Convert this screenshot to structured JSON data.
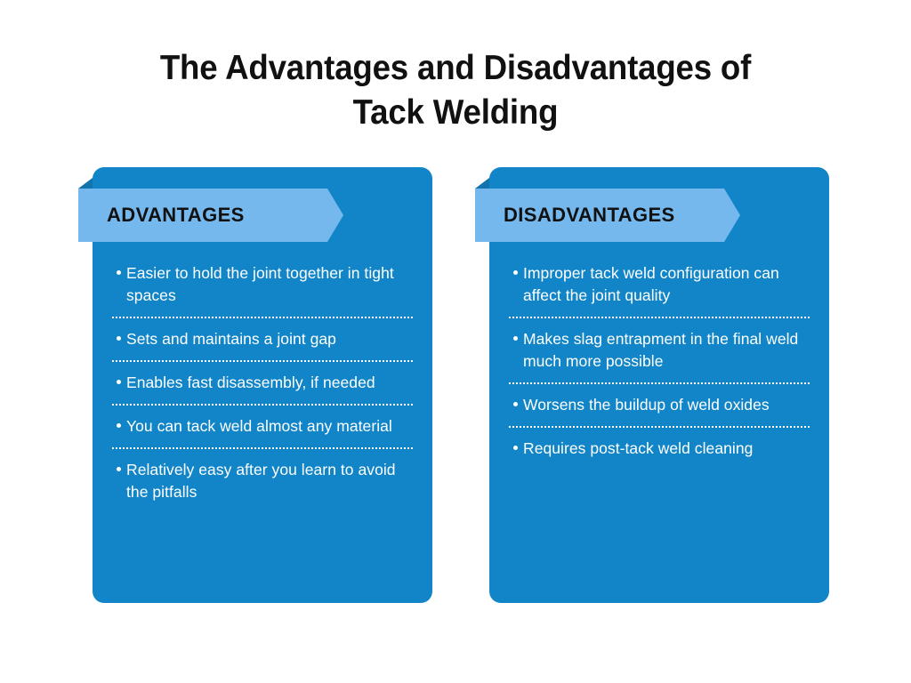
{
  "document": {
    "title_line_1": "The Advantages and Disadvantages of",
    "title_line_2": "Tack Welding",
    "background_color": "#ffffff",
    "title_color": "#111111"
  },
  "colors": {
    "card_blue": "#1185c8",
    "ribbon_light_blue": "#74b8ee",
    "ribbon_fold_blue": "#1273ad",
    "list_text": "#ffffff",
    "separator": "#ffffff"
  },
  "columns": [
    {
      "id": "advantages",
      "banner_label": "ADVANTAGES",
      "items": [
        "Easier to hold the joint together in tight spaces",
        "Sets and maintains a joint gap",
        "Enables fast disassembly, if needed",
        "You can tack weld almost any material",
        "Relatively easy after you learn to avoid the pitfalls"
      ]
    },
    {
      "id": "disadvantages",
      "banner_label": "DISADVANTAGES",
      "items": [
        "Improper tack weld configuration can affect the joint quality",
        "Makes slag entrapment in the final weld much more possible",
        "Worsens the buildup of weld oxides",
        "Requires post-tack weld cleaning"
      ]
    }
  ]
}
